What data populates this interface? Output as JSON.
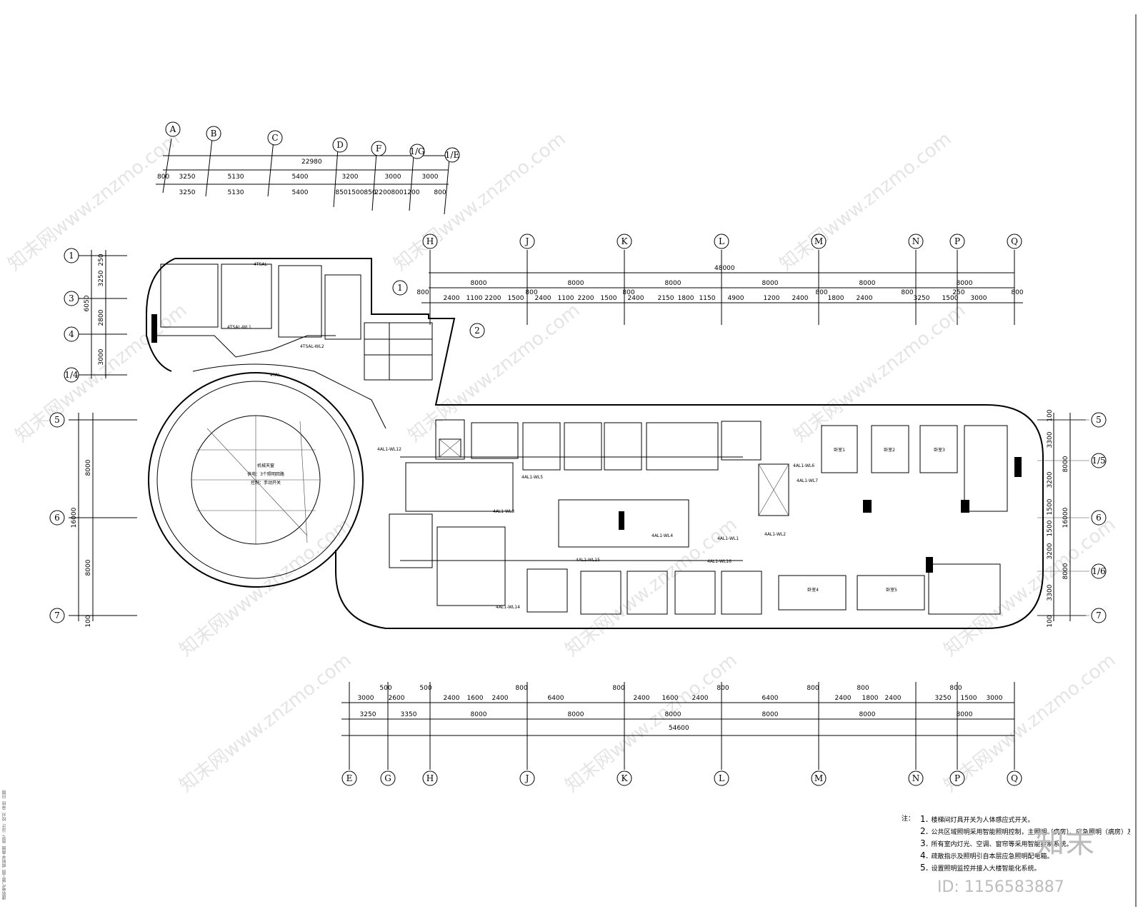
{
  "top_left_grid": {
    "axes": [
      "A",
      "B",
      "C",
      "D",
      "F",
      "1/G",
      "1/E"
    ],
    "total": "22980",
    "row1": [
      "3250",
      "5130",
      "5400",
      "3200",
      "3000",
      "3000"
    ],
    "row2": [
      "3250",
      "5130",
      "5400",
      "850",
      "1500",
      "850",
      "2200",
      "800",
      "1200",
      "800"
    ],
    "edge": "800"
  },
  "top_grid": {
    "axes": [
      "H",
      "J",
      "K",
      "L",
      "M",
      "N",
      "P",
      "Q"
    ],
    "total": "48000",
    "spans": [
      "8000",
      "8000",
      "8000",
      "8000",
      "8000",
      "8000"
    ],
    "sub": [
      "2400",
      "1100",
      "2200",
      "1500",
      "2400",
      "1100",
      "2200",
      "1500",
      "2400",
      "2150",
      "1800",
      "1150",
      "4900",
      "1200",
      "2400",
      "1800",
      "2400",
      "3250",
      "1500",
      "3000"
    ],
    "small": [
      "800",
      "800",
      "800",
      "800",
      "800",
      "250",
      "800"
    ]
  },
  "bottom_grid": {
    "axes": [
      "E",
      "G",
      "H",
      "J",
      "K",
      "L",
      "M",
      "N",
      "P",
      "Q"
    ],
    "total": "54600",
    "spans": [
      "3250",
      "3350",
      "8000",
      "8000",
      "8000",
      "8000",
      "8000",
      "8000"
    ],
    "sub": [
      "3000",
      "2600",
      "2400",
      "1600",
      "2400",
      "6400",
      "2400",
      "1600",
      "2400",
      "6400",
      "2400",
      "1800",
      "2400",
      "3250",
      "1500",
      "3000"
    ],
    "small": [
      "500",
      "500",
      "800",
      "800",
      "800",
      "800",
      "800",
      "800"
    ]
  },
  "left_grid": {
    "axes_upper": [
      "1",
      "3",
      "4",
      "1/4"
    ],
    "dims_upper": [
      "3250",
      "2800",
      "3000",
      "6050",
      "250"
    ],
    "axes_lower": [
      "5",
      "6",
      "7"
    ],
    "dims_lower": [
      "8000",
      "8000",
      "16000",
      "100"
    ]
  },
  "right_grid": {
    "axes": [
      "5",
      "1/5",
      "6",
      "1/6",
      "7"
    ],
    "dims": [
      "100",
      "3300",
      "3200",
      "1500",
      "1500",
      "3200",
      "3300",
      "8000",
      "8000",
      "16000",
      "100"
    ]
  },
  "callouts": [
    "1",
    "2"
  ],
  "circle_room": [
    "机械天窗",
    "供电：3个照明回路",
    "控制：手动开关"
  ],
  "circuit_labels": [
    "4AL1-WL1",
    "4AL1-WL2",
    "4AL1-WL3",
    "4AL1-WL4",
    "4AL1-WL5",
    "4AL1-WL6",
    "4AL1-WL7",
    "4AL1-WL12",
    "4AL1-WL14",
    "4AL1-WL15",
    "4AL1-WL16",
    "4TSAL-WL1",
    "4TSAL-WL2",
    "4YAL",
    "4TSAL"
  ],
  "room_names": [
    "卧室1",
    "卧室2",
    "卧室3",
    "卧室4",
    "卧室5"
  ],
  "notes": {
    "header": "注：",
    "items": [
      {
        "n": "1.",
        "text": "楼梯间灯具开关为人体感应式开关。"
      },
      {
        "n": "2.",
        "text": "公共区域照明采用智能照明控制，主照明（病房）、应急照明（病房）及其他区域采用智能照明控制。"
      },
      {
        "n": "3.",
        "text": "所有室内灯光、空调、窗帘等采用智能控制系统。"
      },
      {
        "n": "4.",
        "text": "疏散指示及照明引自本层应急照明配电箱。"
      },
      {
        "n": "5.",
        "text": "设置照明监控并接入大楼智能化系统。"
      }
    ]
  },
  "watermark": "知末网www.znzmo.com",
  "brand": "知末",
  "id_tag": "ID: 1156583887",
  "side_text": "建筑电气施工图 照明平面图 图号 设计 校对 审核 日期"
}
